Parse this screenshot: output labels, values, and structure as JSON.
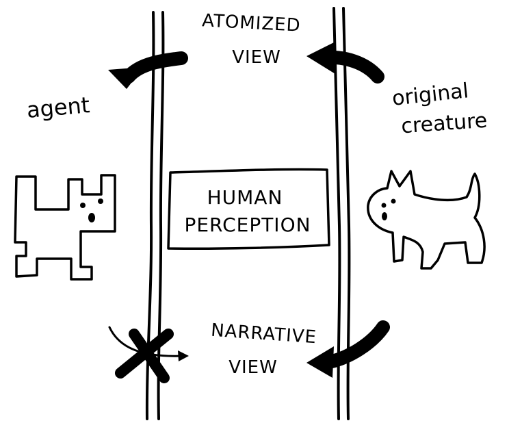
{
  "labels": {
    "top_view_line1": "ATOMIZED",
    "top_view_line2": "VIEW",
    "bottom_view_line1": "NARRATIVE",
    "bottom_view_line2": "VIEW",
    "center_line1": "HUMAN",
    "center_line2": "PERCEPTION",
    "left_label": "agent",
    "right_label_line1": "original",
    "right_label_line2": "creature"
  },
  "colors": {
    "ink": "#000000",
    "paper": "#ffffff"
  }
}
